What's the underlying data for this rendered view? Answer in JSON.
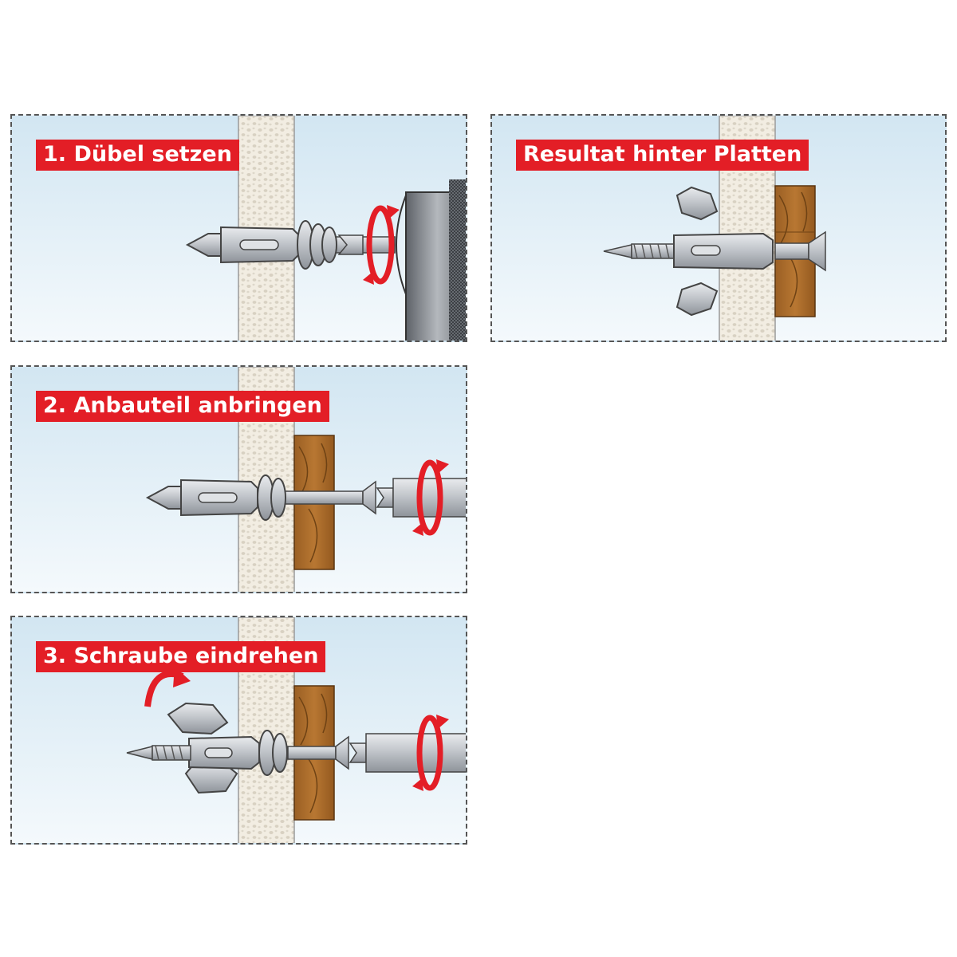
{
  "panels": [
    {
      "id": "step-1",
      "title": "1. Dübel setzen"
    },
    {
      "id": "result",
      "title": "Resultat hinter Platten"
    },
    {
      "id": "step-2",
      "title": "2. Anbauteil anbringen"
    },
    {
      "id": "step-3",
      "title": "3. Schraube eindrehen"
    }
  ],
  "colors": {
    "label_bg": "#e31e26",
    "label_text": "#ffffff",
    "arrow": "#e31e26",
    "wood": "#a86a2a",
    "plasterboard": "#f1ece0",
    "sky_top": "#d2e6f2",
    "sky_bottom": "#f4f9fc",
    "metal": "#c9ccd0"
  },
  "icons": [
    "rotation-arrow-icon",
    "drill-chuck-icon",
    "screwdriver-bit-icon",
    "wood-screw-icon",
    "cavity-anchor-icon"
  ]
}
